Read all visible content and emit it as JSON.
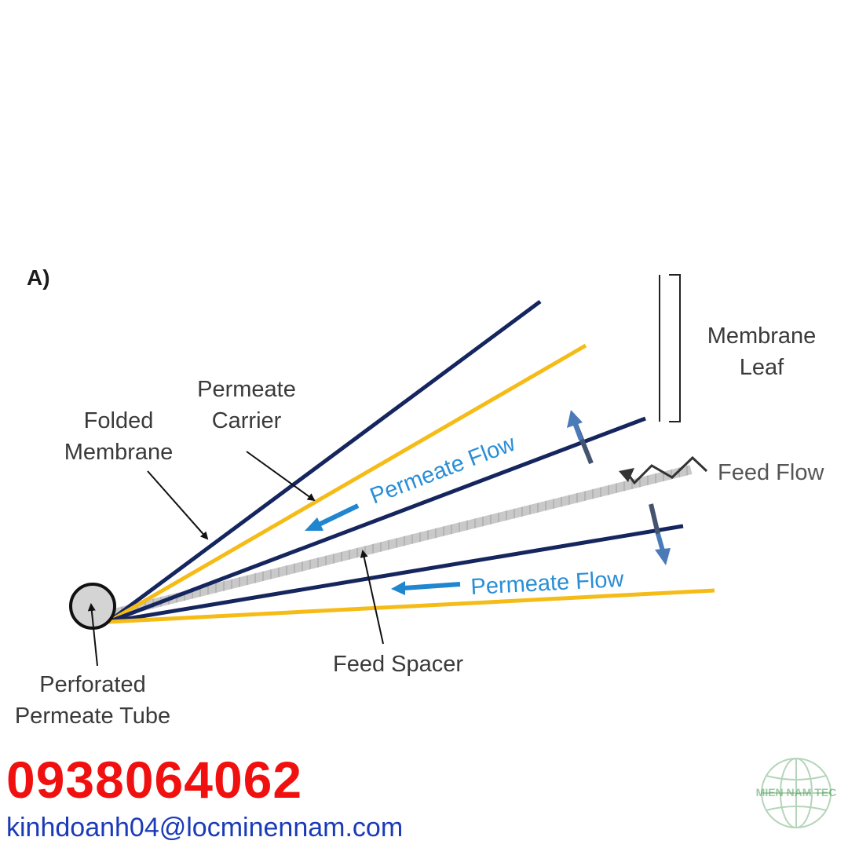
{
  "panel_label": "A)",
  "labels": {
    "membrane_leaf": [
      "Membrane",
      "Leaf"
    ],
    "permeate_carrier": [
      "Permeate",
      "Carrier"
    ],
    "folded_membrane": [
      "Folded",
      "Membrane"
    ],
    "feed_flow": "Feed Flow",
    "permeate_flow_upper": "Permeate Flow",
    "permeate_flow_lower": "Permeate Flow",
    "feed_spacer": "Feed Spacer",
    "perforated_tube": [
      "Perforated",
      "Permeate Tube"
    ]
  },
  "contact": {
    "phone": "0938064062",
    "email": "kinhdoanh04@locminennam.com"
  },
  "logo": {
    "text": "MIEN NAM TEC"
  },
  "colors": {
    "membrane": "#15255e",
    "carrier": "#f5bb16",
    "flow_arrow": "#1f86cf",
    "spacer": "#b9b9b9",
    "tube_fill": "#d4d4d4",
    "logo": "#2c8a3a",
    "phone": "#f01010",
    "email": "#1a3bb8"
  }
}
